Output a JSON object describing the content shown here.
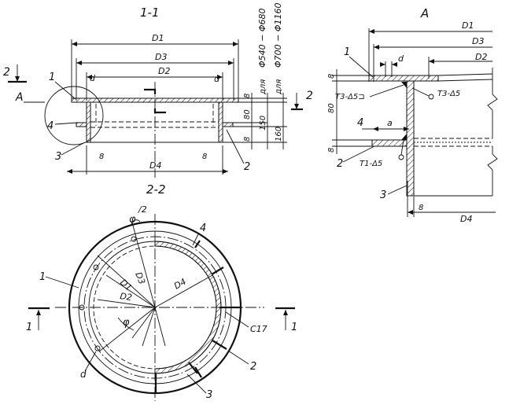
{
  "section_1_1": {
    "title": "1-1",
    "dims": {
      "D1": "D1",
      "D3": "D3",
      "D2": "D2",
      "D4": "D4",
      "d_left": "d",
      "d_right": "d"
    },
    "heights": {
      "h8a": "8",
      "h80": "80",
      "h150": "150",
      "h8b": "8",
      "h160": "160"
    },
    "wall_left": "8",
    "wall_right": "8",
    "range_small": "Φ540 − Φ680",
    "range_large": "Φ700 − Φ1160",
    "for_small": "для",
    "for_large": "для",
    "parts": {
      "p1": "1",
      "p2": "2",
      "p3": "3",
      "p4": "4"
    },
    "detail_ref": "A",
    "cut_left": "2",
    "cut_right": "2"
  },
  "detail_A": {
    "title": "A",
    "dims": {
      "D1": "D1",
      "D3": "D3",
      "D2": "D2",
      "D4": "D4",
      "d": "d",
      "a": "a"
    },
    "heights": {
      "h8a": "8",
      "h80": "80",
      "h8b": "8"
    },
    "wall": "8",
    "welds": {
      "w1": "Т3-Δ5⊐",
      "w2": "Т3-Δ5",
      "w3": "Т1-Δ5"
    },
    "parts": {
      "p1": "1",
      "p2": "2",
      "p3": "3",
      "p4": "4"
    }
  },
  "section_2_2": {
    "title": "2-2",
    "labels": {
      "phi_top": "φ",
      "phi_half": "/2",
      "phi_mid": "φ",
      "D1": "D1",
      "D3": "D3",
      "D2": "D2",
      "D4": "D4",
      "c17": "С17",
      "d": "d"
    },
    "parts": {
      "p1": "1",
      "p2": "2",
      "p3": "3",
      "p4": "4"
    },
    "cut_left": "1",
    "cut_right": "1"
  }
}
